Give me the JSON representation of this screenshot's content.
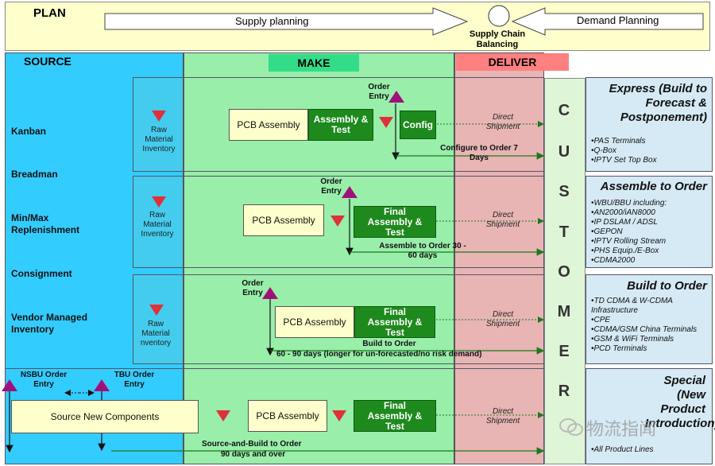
{
  "plan": {
    "title": "PLAN",
    "supply_planning": "Supply planning",
    "demand_planning": "Demand Planning",
    "balancing": "Supply Chain Balancing"
  },
  "columns": {
    "source": "SOURCE",
    "make": "MAKE",
    "deliver": "DELIVER"
  },
  "source_items": [
    "Kanban",
    "Breadman",
    "Min/Max Replenishment",
    "Consignment",
    "Vendor Managed Inventory"
  ],
  "customer_letters": [
    "C",
    "U",
    "S",
    "T",
    "O",
    "M",
    "E",
    "R"
  ],
  "common": {
    "pcb_assembly": "PCB Assembly",
    "direct_shipment": "Direct Shipment",
    "order_entry": "Order Entry",
    "final_assembly_test": "Final Assembly & Test",
    "raw_material_inventory": "Raw Material Inventory"
  },
  "rows": [
    {
      "assembly_label": "Assembly & Test",
      "config_label": "Config",
      "note": "Configure to Order 7 Days",
      "title": "Express (Build to Forecast & Postponement)",
      "items": [
        "•PAS Terminals",
        "•Q-Box",
        "•IPTV Set Top Box"
      ]
    },
    {
      "note": "Assemble to Order 30 - 60 days",
      "title": "Assemble to Order",
      "items": [
        "•WBU/BBU  including:",
        "•AN2000/iAN8000",
        "•IP DSLAM / ADSL",
        "•GEPON",
        "•IPTV Rolling Stream",
        "•PHS Equip./E-Box",
        "•CDMA2000"
      ]
    },
    {
      "note_line1": "Build to Order",
      "note_line2": "60 - 90 days (longer for un-forecasted/no risk demand)",
      "inventory": "Raw Material nventory",
      "title": "Build to Order",
      "items": [
        "•TD CDMA & W-CDMA Infrastructure",
        "•CPE",
        "•CDMA/GSM China Terminals",
        "•GSM & WiFi Terminals",
        "•PCD Terminals"
      ]
    },
    {
      "nsbu": "NSBU Order Entry",
      "tbu": "TBU Order Entry",
      "source_new": "Source New Components",
      "note_line1": "Source-and-Build to Order",
      "note_line2": "90 days and over",
      "title": "Special (New Product Introduction)",
      "items": [
        "•All Product Lines"
      ]
    }
  ],
  "watermark": "物流指闻",
  "colors": {
    "plan_bg": "#ffffcc",
    "source_bg": "#33ccff",
    "make_bg": "#99eeaa",
    "deliver_bg": "#e8b4b4",
    "right_bg": "#d6eaf5",
    "green_box": "#1e8a1e",
    "triangle_red": "#e0303a",
    "triangle_purple": "#a0107a"
  }
}
